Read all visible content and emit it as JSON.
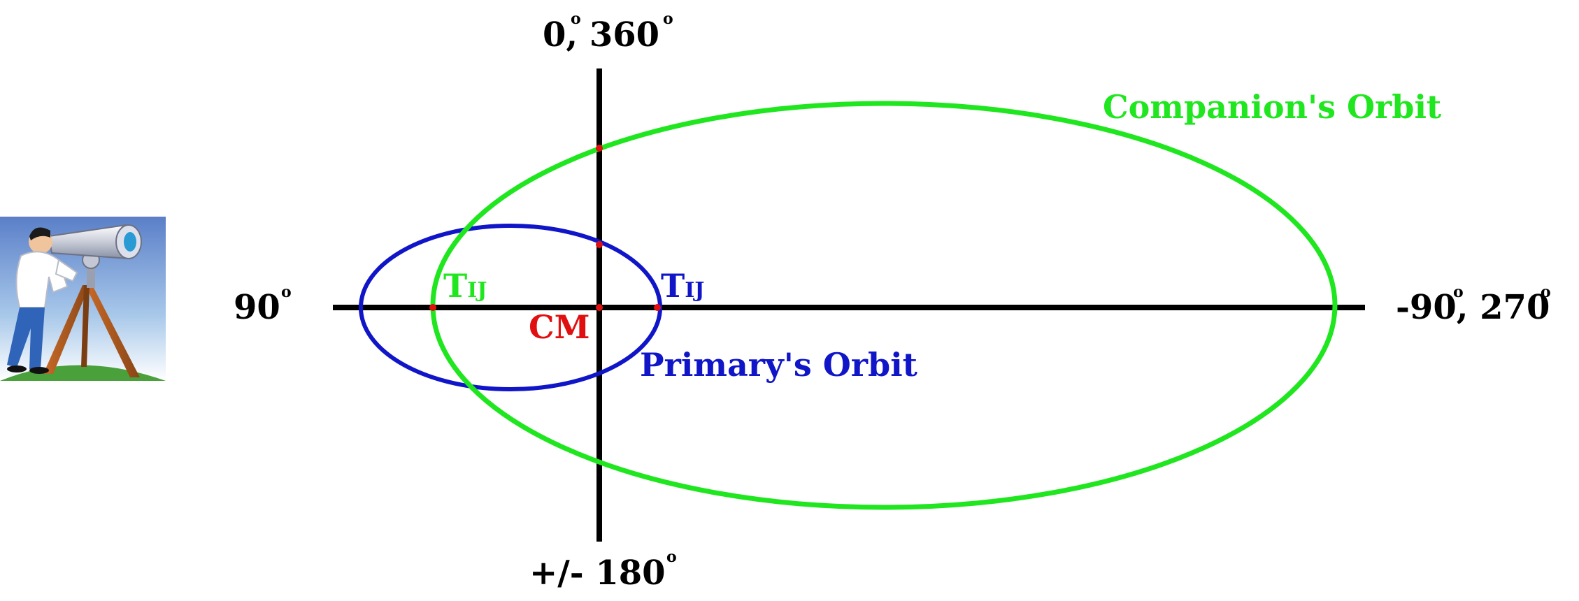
{
  "axes": {
    "top_angle": "0, 360",
    "bottom_angle": "+/- 180",
    "left_angle": "90",
    "right_angle": "-90, 270",
    "degree_mark": "o",
    "color": "#000000"
  },
  "labels": {
    "center_of_mass": "CM",
    "primary_time_main": "T",
    "primary_time_sub": "IJ",
    "companion_time_main": "T",
    "companion_time_sub": "IJ"
  },
  "orbits": {
    "primary_name": "Primary's Orbit",
    "companion_name": "Companion's Orbit"
  },
  "colors": {
    "primary": "#1016c8",
    "companion": "#20e620",
    "center_of_mass": "#e01010",
    "axes": "#000000"
  },
  "illustration": {
    "icon": "astronomer-with-telescope-icon"
  }
}
